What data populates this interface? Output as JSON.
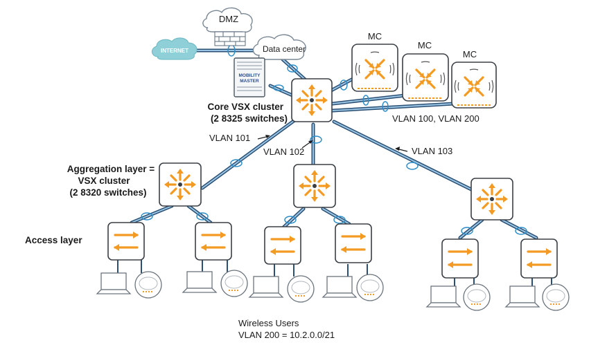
{
  "labels": {
    "dmz": "DMZ",
    "internet": "INTERNET",
    "data_center": "Data center",
    "mobility_master_line1": "MOBILITY",
    "mobility_master_line2": "MASTER",
    "mc1": "MC",
    "mc2": "MC",
    "mc3": "MC",
    "core_line1": "Core VSX cluster",
    "core_line2": "(2 8325 switches)",
    "vlan_mc": "VLAN 100, VLAN 200",
    "vlan101": "VLAN 101",
    "vlan102": "VLAN 102",
    "vlan103": "VLAN 103",
    "agg_line1": "Aggregation layer =",
    "agg_line2": "VSX cluster",
    "agg_line3": "(2 8320 switches)",
    "access": "Access layer",
    "wireless_line1": "Wireless Users",
    "wireless_line2": "VLAN 200 = 10.2.0.0/21"
  },
  "colors": {
    "accent": "#f39a22",
    "link_outer": "#2a4f72",
    "link_inner": "#9cc6e6",
    "cloud_internet": "#8fd0d8",
    "link_ring": "#2e8fc9"
  }
}
